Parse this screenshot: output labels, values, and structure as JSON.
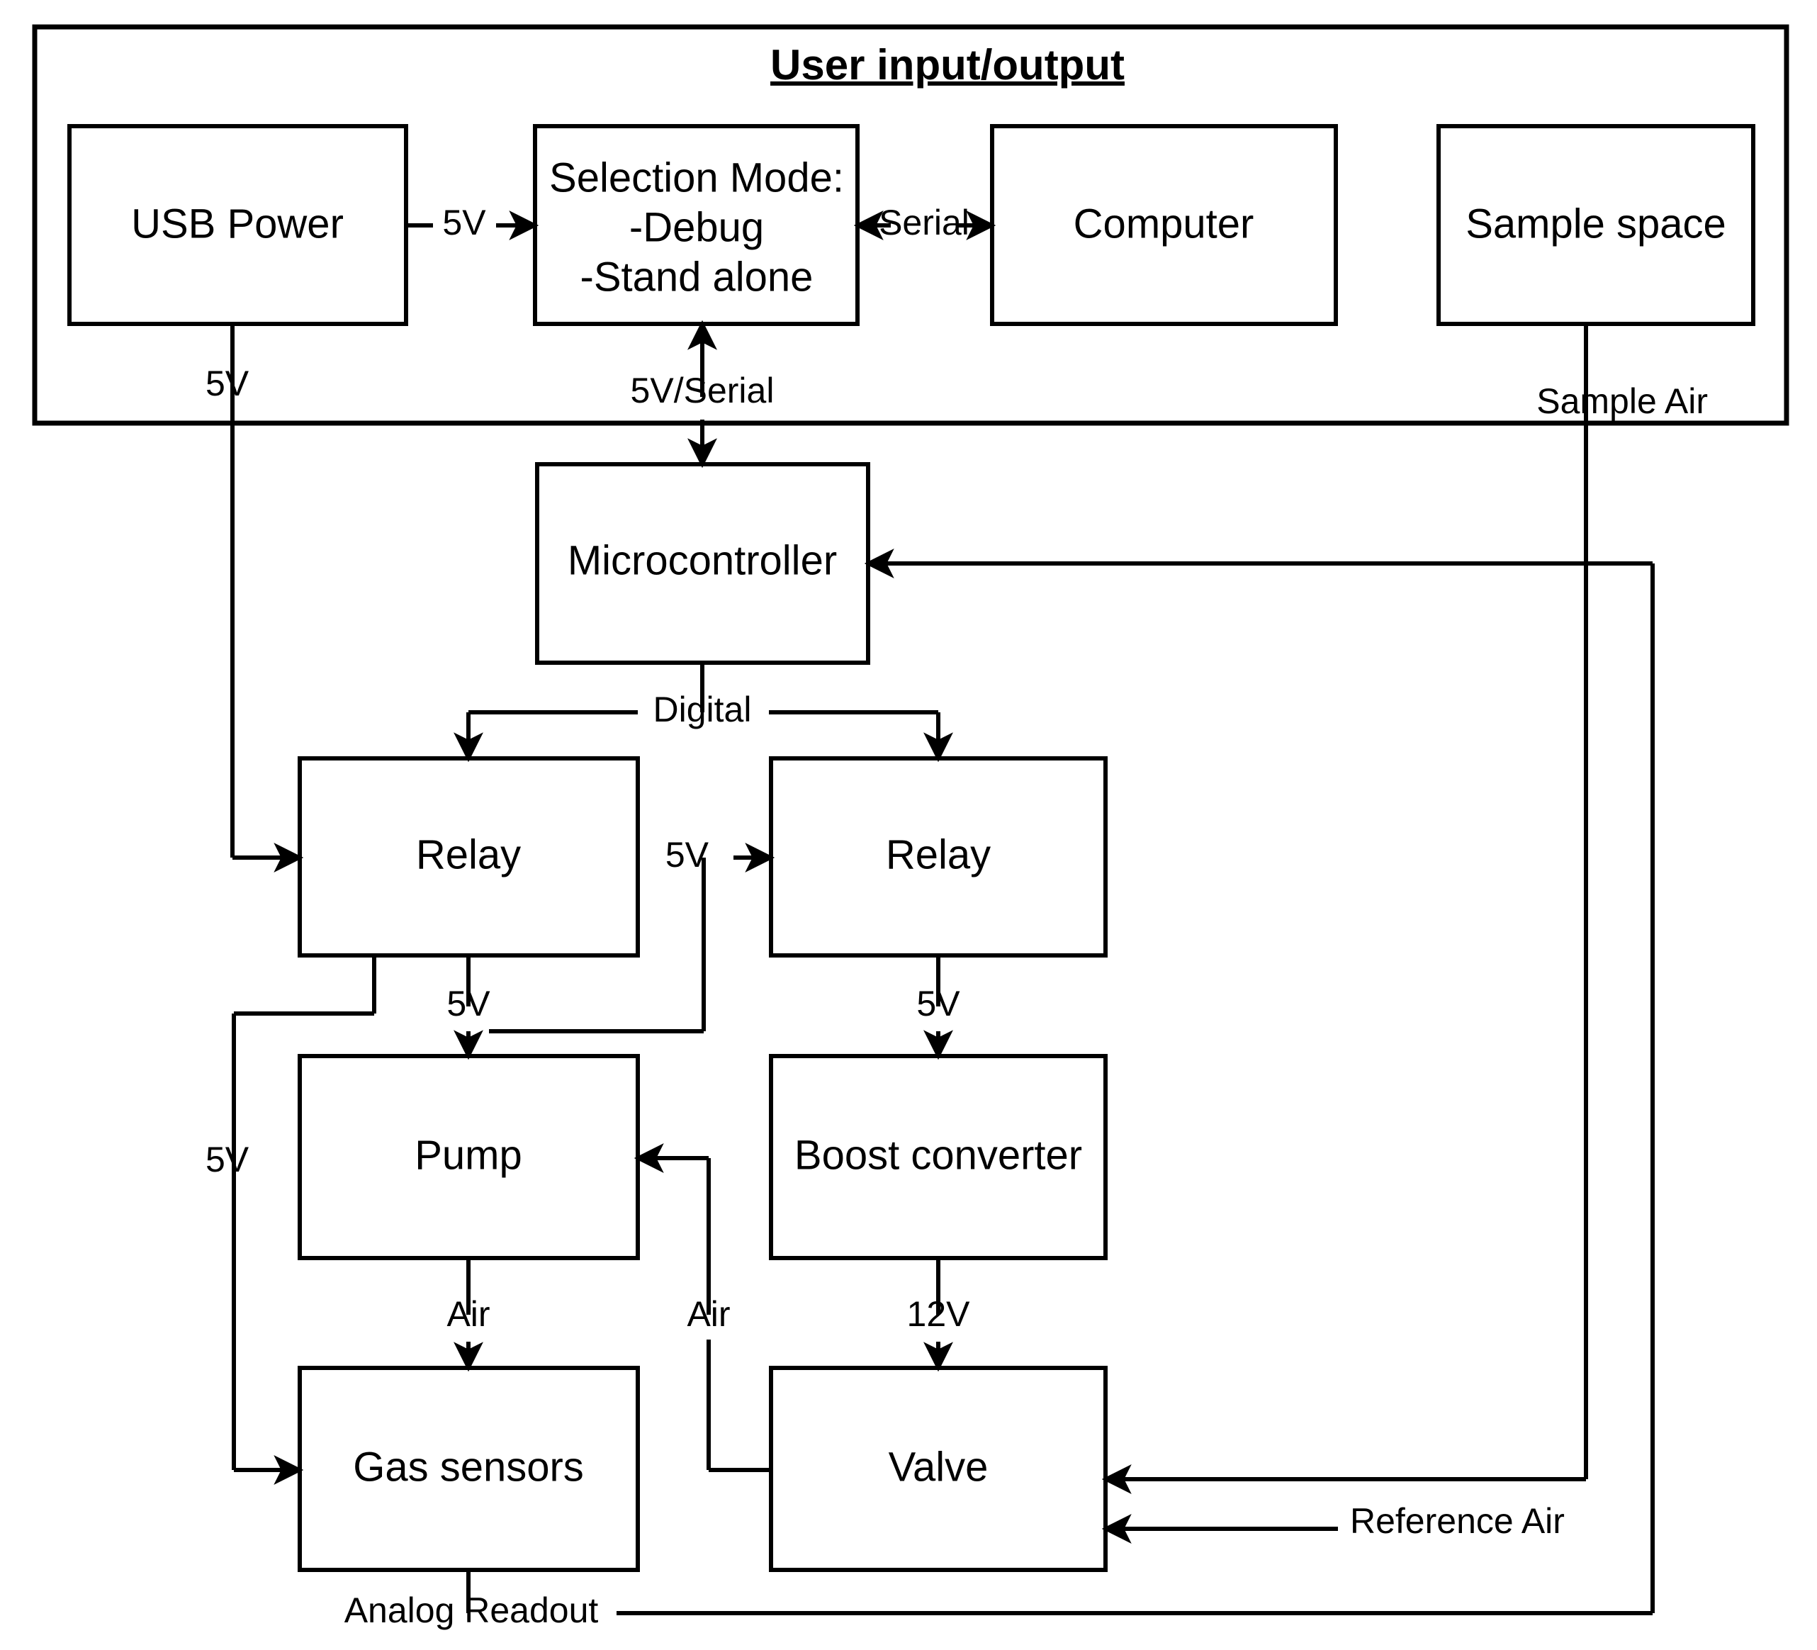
{
  "diagram": {
    "title": "User input/output",
    "groups": [
      {
        "id": "user-io",
        "label": "User input/output"
      }
    ],
    "blocks": [
      {
        "id": "usb-power",
        "label": "USB Power"
      },
      {
        "id": "selection-mode",
        "label": "Selection Mode:",
        "line2": "-Debug",
        "line3": "-Stand alone"
      },
      {
        "id": "computer",
        "label": "Computer"
      },
      {
        "id": "sample-space",
        "label": "Sample space"
      },
      {
        "id": "microcontroller",
        "label": "Microcontroller"
      },
      {
        "id": "relay-left",
        "label": "Relay"
      },
      {
        "id": "relay-right",
        "label": "Relay"
      },
      {
        "id": "pump",
        "label": "Pump"
      },
      {
        "id": "boost-converter",
        "label": "Boost converter"
      },
      {
        "id": "gas-sensors",
        "label": "Gas sensors"
      },
      {
        "id": "valve",
        "label": "Valve"
      }
    ],
    "edge_labels": {
      "usb_to_selection": "5V",
      "selection_to_computer": "Serial",
      "usb_down": "5V",
      "selection_to_mcu": "5V/Serial",
      "sample_space_out": "Sample Air",
      "mcu_to_relays": "Digital",
      "relay_right_in": "5V",
      "relay_left_to_pump": "5V",
      "relay_right_to_boost": "5V",
      "usb_to_gas_sensors": "5V",
      "pump_to_gas_sensors": "Air",
      "valve_to_pump": "Air",
      "boost_to_valve": "12V",
      "reference_air": "Reference Air",
      "gas_sensors_out": "Analog Readout"
    },
    "colors": {
      "line": "#000000",
      "box_fill": "#ffffff",
      "text": "#000000",
      "background": "#ffffff"
    }
  }
}
